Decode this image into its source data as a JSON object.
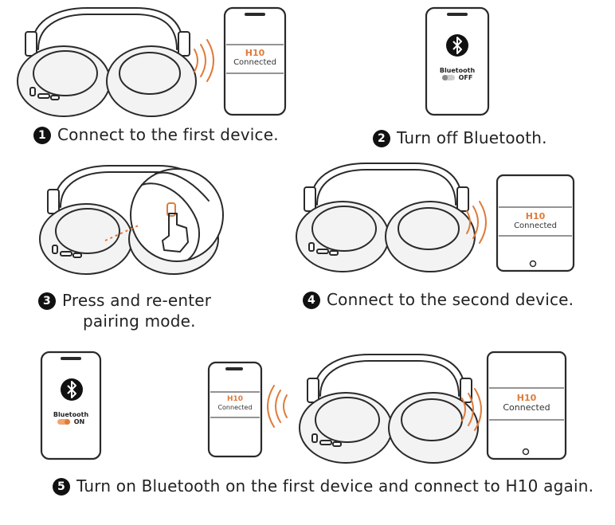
{
  "device_name": "H10",
  "steps": [
    {
      "number": "1",
      "text": "Connect to the first device."
    },
    {
      "number": "2",
      "text": "Turn off Bluetooth."
    },
    {
      "number": "3",
      "text": "Press and re-enter",
      "text2": "pairing mode."
    },
    {
      "number": "4",
      "text": "Connect to the second device."
    },
    {
      "number": "5",
      "text": "Turn on Bluetooth on the first device and connect to H10 again."
    }
  ],
  "screens": {
    "phone1": {
      "name": "H10",
      "status": "Connected"
    },
    "tablet4": {
      "name": "H10",
      "status": "Connected"
    },
    "phone5": {
      "name": "H10",
      "status": "Connected"
    },
    "tablet5": {
      "name": "H10",
      "status": "Connected"
    }
  },
  "bluetooth_off": {
    "label": "Bluetooth",
    "state": "OFF"
  },
  "bluetooth_on": {
    "label": "Bluetooth",
    "state": "ON"
  },
  "icons": [
    "headphones-icon",
    "phone-icon",
    "tablet-icon",
    "bluetooth-icon",
    "signal-waves-icon",
    "finger-press-icon"
  ],
  "colors": {
    "accent": "#e07b39",
    "ink": "#2a2a2a"
  }
}
